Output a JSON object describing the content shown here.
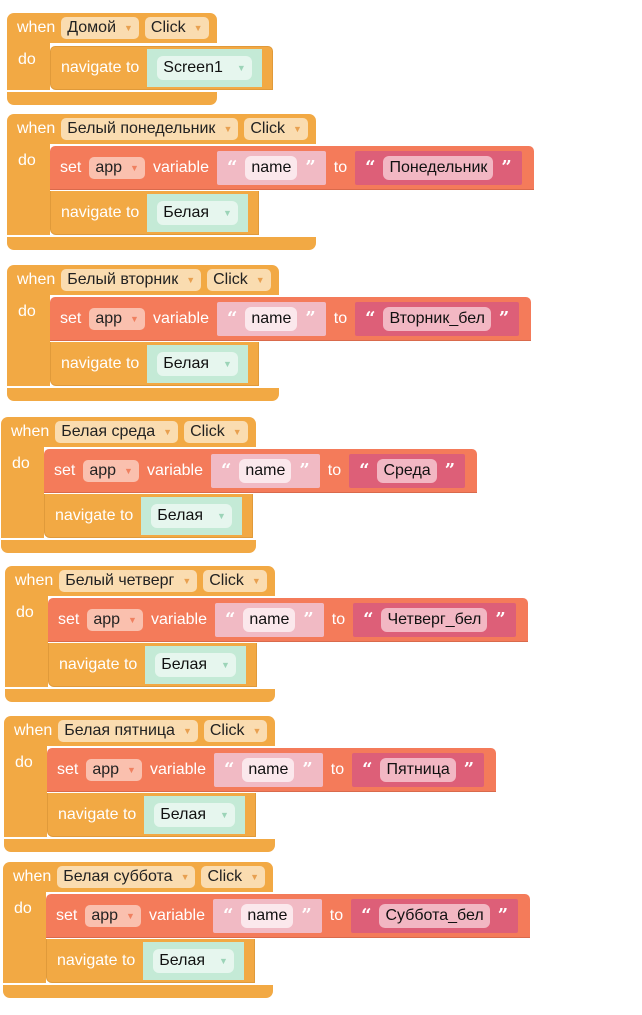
{
  "labels": {
    "when": "when",
    "do": "do",
    "set": "set",
    "variable": "variable",
    "to": "to",
    "navigate": "navigate to",
    "open_quote": "“",
    "close_quote": "”"
  },
  "colors": {
    "event": "#F2A944",
    "set": "#F47B5A",
    "text_socket": "#F1BAC4",
    "text_value": "#DD5F78",
    "screen": "#C4EAD6"
  },
  "blocks": [
    {
      "component": "Домой",
      "event": "Click",
      "set": null,
      "screen": "Screen1"
    },
    {
      "component": "Белый понедельник",
      "event": "Click",
      "set": {
        "scope": "app",
        "name": "name",
        "value": "Понедельник"
      },
      "screen": "Белая"
    },
    {
      "component": "Белый вторник",
      "event": "Click",
      "set": {
        "scope": "app",
        "name": "name",
        "value": "Вторник_бел"
      },
      "screen": "Белая"
    },
    {
      "component": "Белая среда",
      "event": "Click",
      "set": {
        "scope": "app",
        "name": "name",
        "value": "Среда"
      },
      "screen": "Белая"
    },
    {
      "component": "Белый четверг",
      "event": "Click",
      "set": {
        "scope": "app",
        "name": "name",
        "value": "Четверг_бел"
      },
      "screen": "Белая"
    },
    {
      "component": "Белая пятница",
      "event": "Click",
      "set": {
        "scope": "app",
        "name": "name",
        "value": "Пятница"
      },
      "screen": "Белая"
    },
    {
      "component": "Белая суббота",
      "event": "Click",
      "set": {
        "scope": "app",
        "name": "name",
        "value": "Суббота_бел"
      },
      "screen": "Белая"
    }
  ]
}
